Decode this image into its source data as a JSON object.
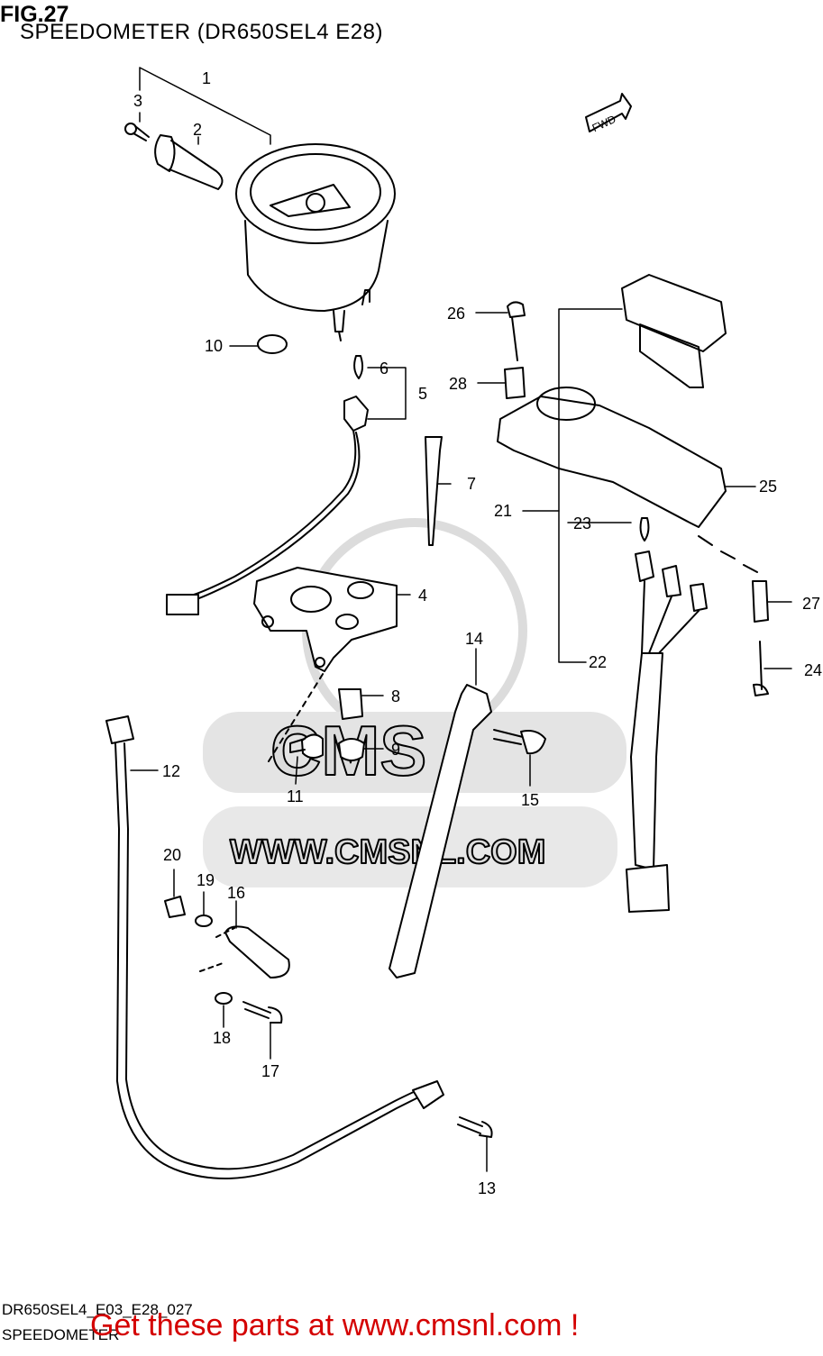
{
  "header": {
    "fig": "FIG.27",
    "title": "SPEEDOMETER (DR650SEL4 E28)"
  },
  "footer": {
    "code": "DR650SEL4_E03_E28_027",
    "name": "SPEEDOMETER",
    "banner": "Get these parts at www.cmsnl.com !"
  },
  "badge": {
    "fwd": "FWD"
  },
  "watermark": {
    "brand": "CMS",
    "url": "WWW.CMSNL.COM"
  },
  "callouts": [
    "1",
    "2",
    "3",
    "4",
    "5",
    "6",
    "7",
    "8",
    "9",
    "10",
    "11",
    "12",
    "13",
    "14",
    "15",
    "16",
    "17",
    "18",
    "19",
    "20",
    "21",
    "22",
    "23",
    "24",
    "25",
    "26",
    "27",
    "28"
  ],
  "colors": {
    "line": "#000000",
    "banner": "#d40000",
    "watermark": "#dcdcdc"
  }
}
